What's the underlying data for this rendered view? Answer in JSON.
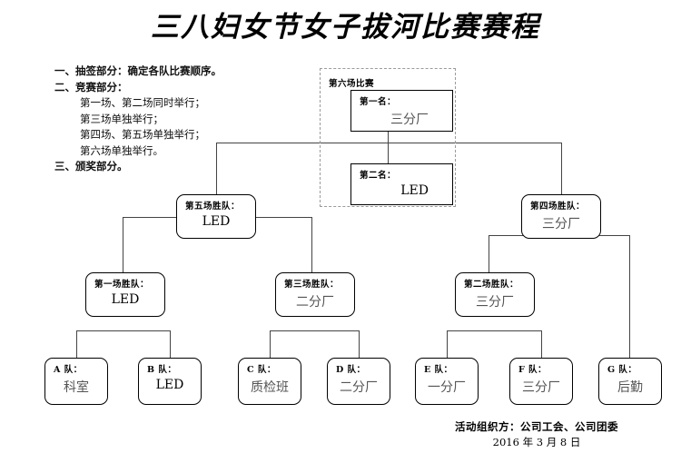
{
  "document": {
    "title": "三八妇女节女子拔河比赛赛程"
  },
  "notes": {
    "line1": "一、抽签部分：确定各队比赛顺序。",
    "line2": "二、竞赛部分：",
    "line3": "第一场、第二场同时举行；",
    "line4": "第三场单独举行；",
    "line5": "第四场、第五场单独举行；",
    "line6": "第六场单独举行。",
    "line7": "三、颁奖部分。"
  },
  "final_group": {
    "label": "第六场比赛",
    "first_place": {
      "label": "第一名：",
      "value": "三分厂"
    },
    "second_place": {
      "label": "第二名：",
      "value": "LED"
    }
  },
  "semifinals": [
    {
      "label": "第五场胜队：",
      "value": "LED"
    },
    {
      "label": "第四场胜队：",
      "value": "三分厂"
    }
  ],
  "quarterfinals": [
    {
      "label": "第一场胜队：",
      "value": "LED"
    },
    {
      "label": "第三场胜队：",
      "value": "二分厂"
    },
    {
      "label": "第二场胜队：",
      "value": "三分厂"
    }
  ],
  "teams": [
    {
      "label": "A 队：",
      "value": "科室"
    },
    {
      "label": "B 队：",
      "value": "LED"
    },
    {
      "label": "C 队：",
      "value": "质检班"
    },
    {
      "label": "D 队：",
      "value": "二分厂"
    },
    {
      "label": "E 队：",
      "value": "一分厂"
    },
    {
      "label": "F 队：",
      "value": "三分厂"
    },
    {
      "label": "G 队：",
      "value": "后勤"
    }
  ],
  "footer": {
    "organizer": "活动组织方：公司工会、公司团委",
    "date": "2016 年 3 月 8 日"
  }
}
